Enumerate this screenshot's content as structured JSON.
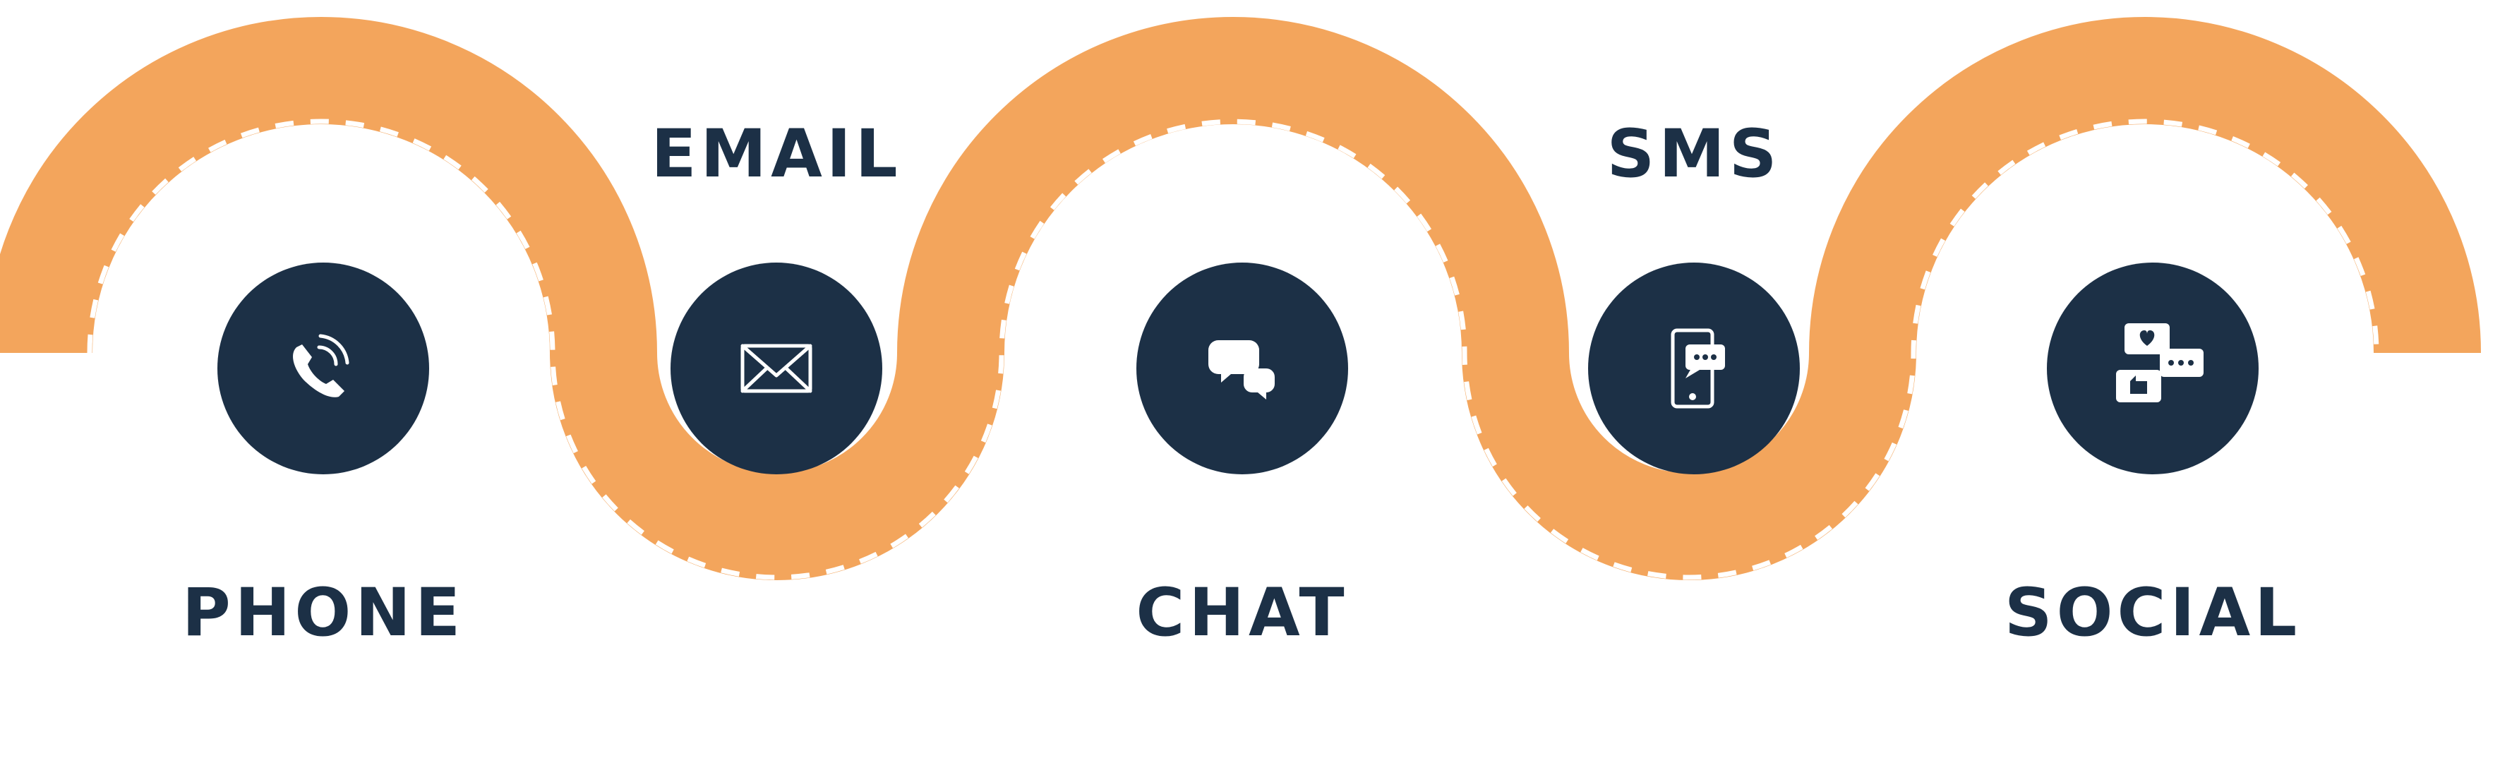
{
  "colors": {
    "road": "#F3A55C",
    "dash": "#FFFFFF",
    "circle": "#1C3046",
    "label": "#1C3046",
    "background": "#FFFFFF"
  },
  "channels": [
    {
      "label": "PHONE",
      "icon": "phone-icon"
    },
    {
      "label": "EMAIL",
      "icon": "envelope-icon"
    },
    {
      "label": "CHAT",
      "icon": "chat-bubbles-icon"
    },
    {
      "label": "SMS",
      "icon": "mobile-message-icon"
    },
    {
      "label": "SOCIAL",
      "icon": "social-reactions-icon"
    }
  ]
}
